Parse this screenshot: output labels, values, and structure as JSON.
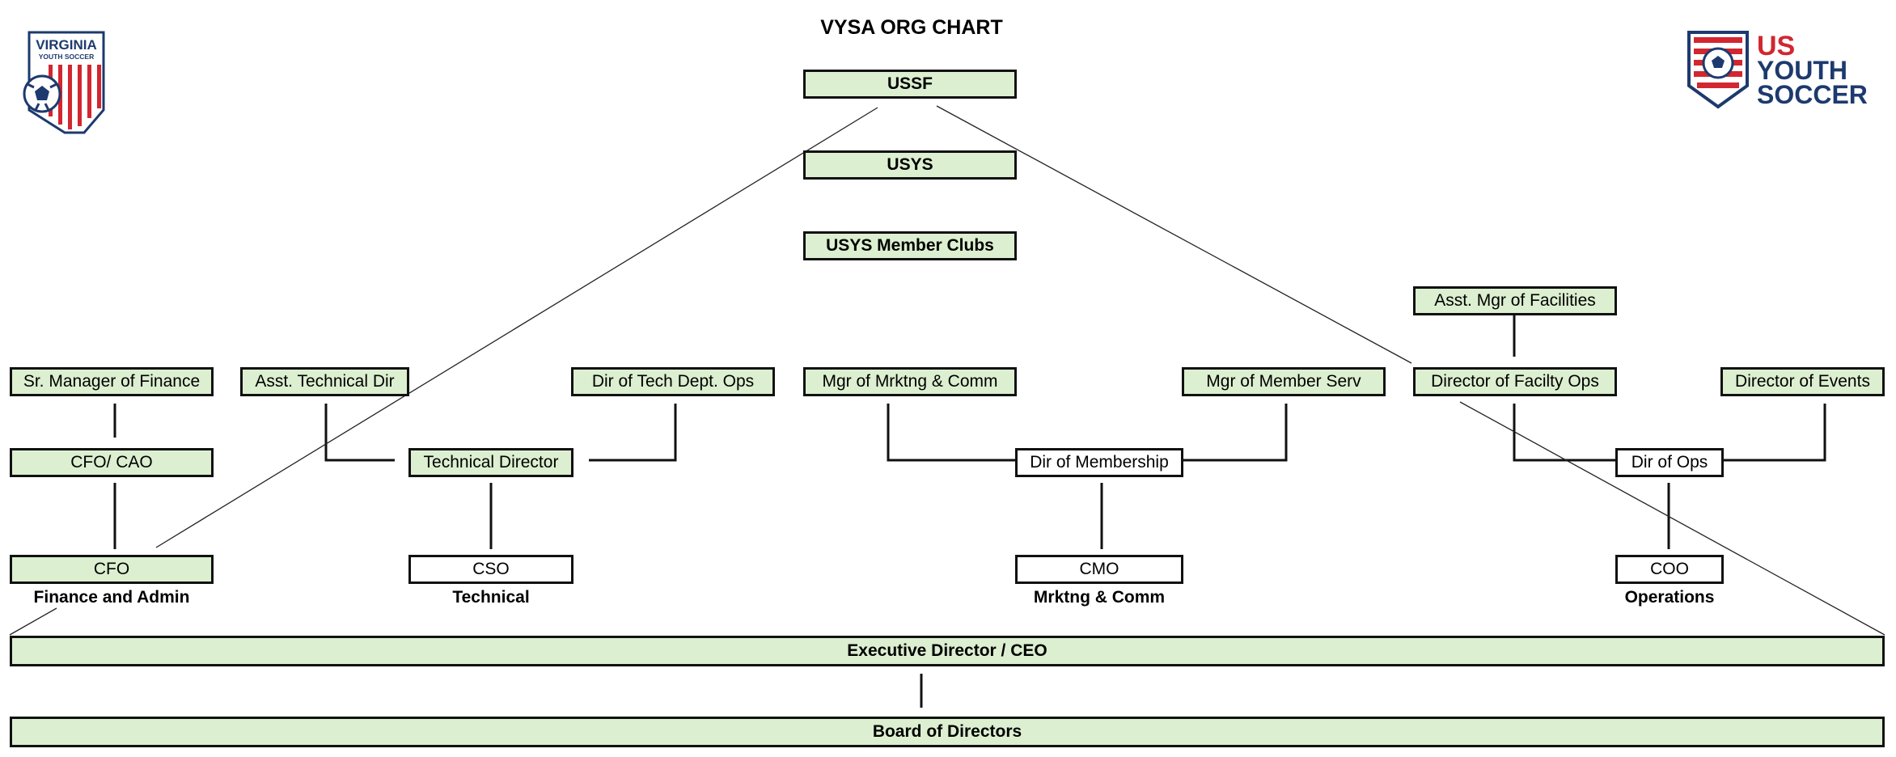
{
  "title": "VYSA  ORG CHART",
  "top": {
    "ussf": "USSF",
    "usys": "USYS",
    "clubs": "USYS Member Clubs"
  },
  "row1": {
    "asst_mgr_facilities": "Asst. Mgr of Facilities"
  },
  "row2": {
    "sr_mgr_finance": "Sr. Manager of Finance",
    "asst_tech_dir": "Asst. Technical Dir",
    "dir_tech_ops": "Dir of Tech Dept. Ops",
    "mgr_mrktng": "Mgr of Mrktng & Comm",
    "mgr_member_serv": "Mgr of Member Serv",
    "dir_facility_ops": "Director of Facilty Ops",
    "dir_events": "Director of Events"
  },
  "row3": {
    "cfo_cao": "CFO/ CAO",
    "tech_director": "Technical Director",
    "dir_membership": "Dir of Membership",
    "dir_ops": "Dir of Ops"
  },
  "row4": {
    "cfo": "CFO",
    "cso": "CSO",
    "cmo": "CMO",
    "coo": "COO"
  },
  "departments": {
    "finance": "Finance and Admin",
    "technical": "Technical",
    "marketing": "Mrktng & Comm",
    "operations": "Operations"
  },
  "executive": "Executive Director / CEO",
  "board": "Board of Directors",
  "logos": {
    "vysa_line1": "VIRGINIA",
    "vysa_line2": "YOUTH SOCCER",
    "usys_us": "US",
    "usys_youth": "YOUTH",
    "usys_soccer": "SOCCER",
    "red": "#d22630",
    "navy": "#1d3a6e"
  },
  "colors": {
    "box_fill": "#dcefd0",
    "border": "#111111"
  }
}
